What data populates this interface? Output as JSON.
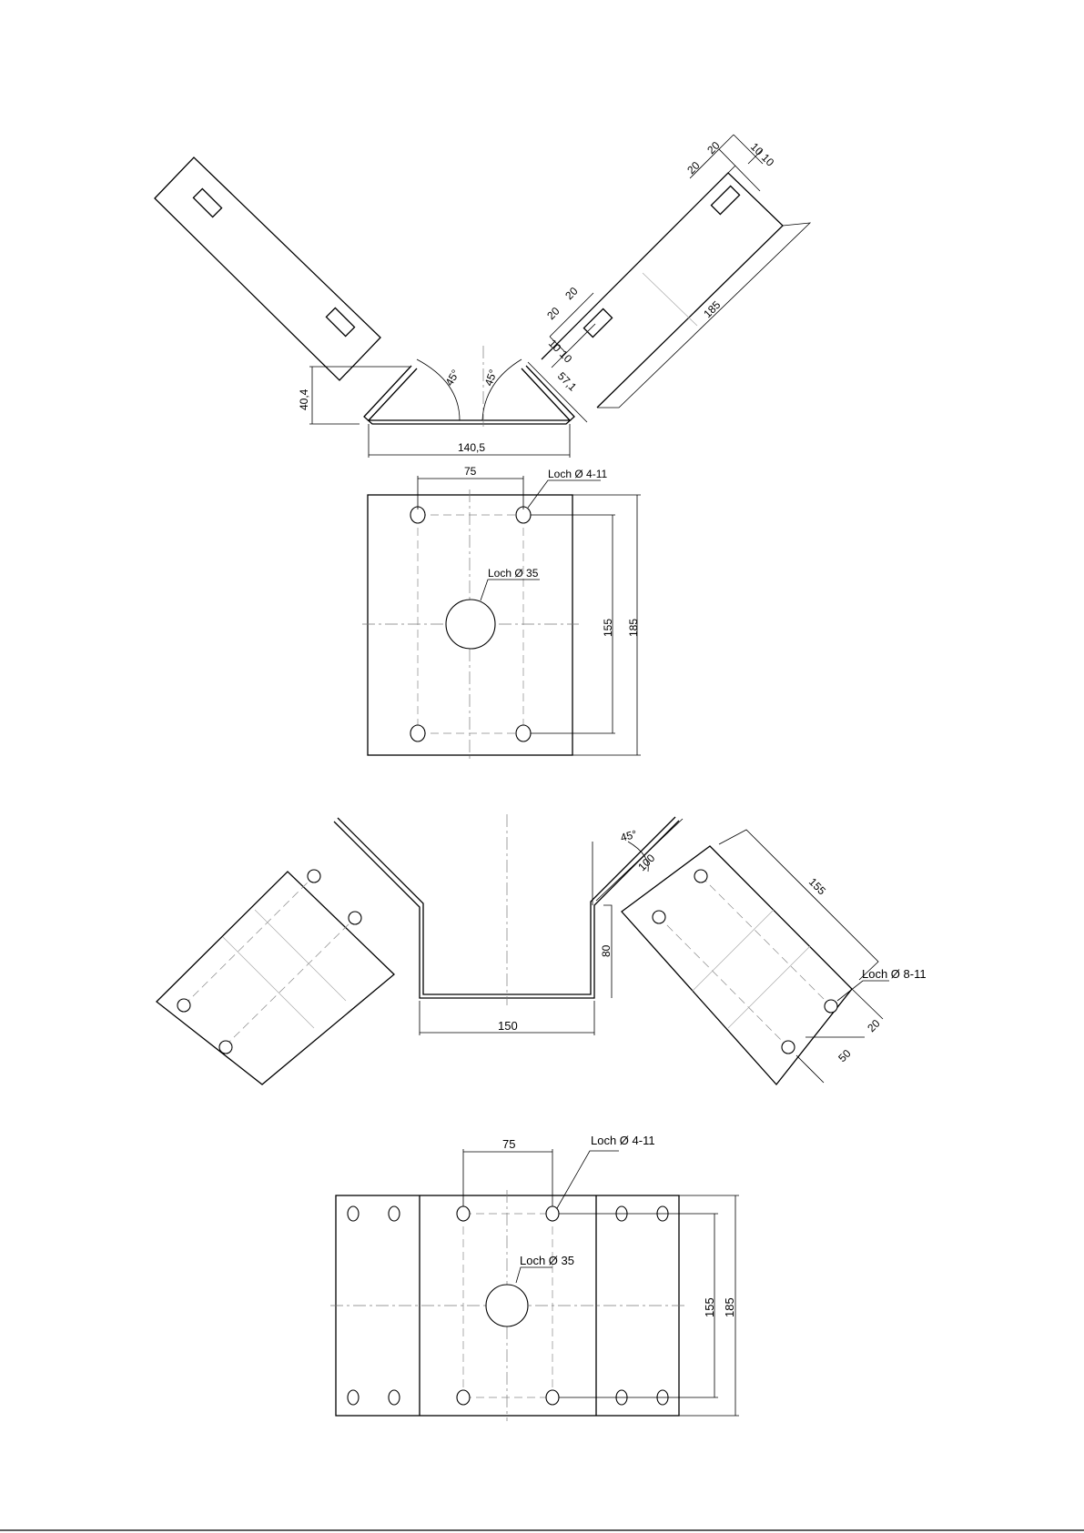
{
  "dims": {
    "top_20_a": "20",
    "top_20_b": "20",
    "top_10_a": "10",
    "top_10_b": "10",
    "mid_20_a": "20",
    "mid_20_b": "20",
    "mid_10_a": "10",
    "mid_10_b": "10",
    "arm_185": "185",
    "height_40_4": "40,4",
    "len_57_1": "57,1",
    "width_140_5": "140,5",
    "angle_left": "45°",
    "angle_right": "45°",
    "plate1_75": "75",
    "plate1_155": "155",
    "plate1_185": "185",
    "u_angle": "45°",
    "u_100": "100",
    "u_80": "80",
    "u_150": "150",
    "u_155": "155",
    "u_20": "20",
    "u_50": "50",
    "plate2_75": "75",
    "plate2_155": "155",
    "plate2_185": "185"
  },
  "labels": {
    "plate1_hole_small": "Loch Ø 4-11",
    "plate1_hole_center": "Loch Ø 35",
    "u_hole": "Loch Ø 8-11",
    "plate2_hole_small": "Loch Ø 4-11",
    "plate2_hole_center": "Loch Ø 35"
  }
}
